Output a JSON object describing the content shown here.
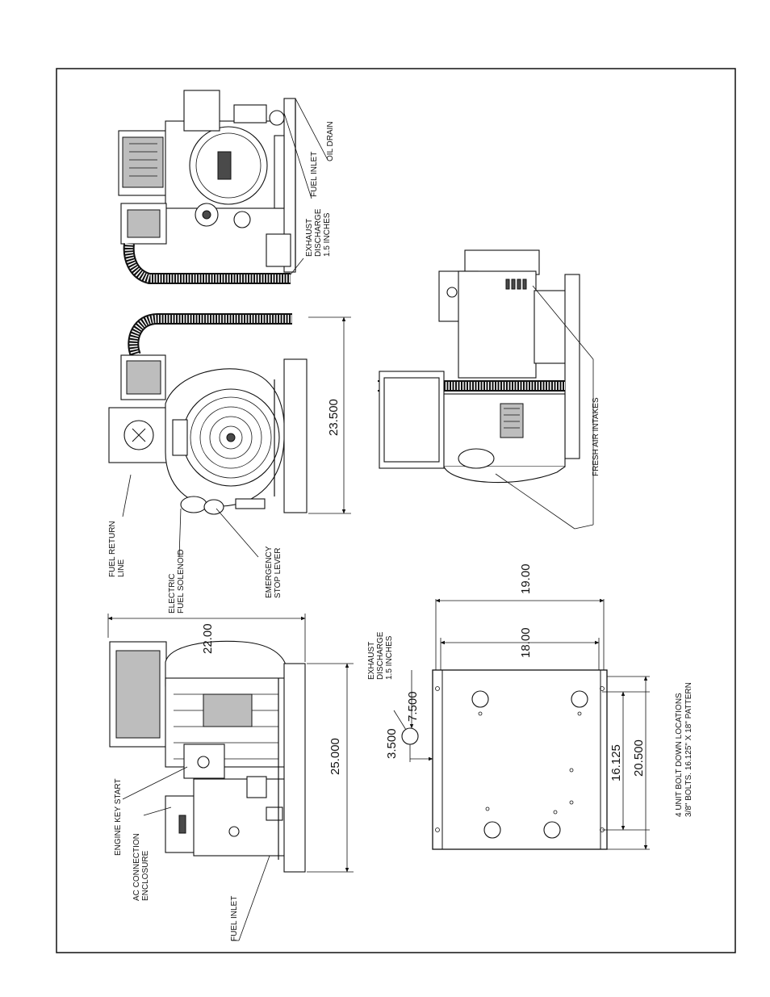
{
  "labels": {
    "top_view": {
      "fuel_inlet": "FUEL INLET",
      "oil_drain": "OIL DRAIN",
      "exhaust_1": "EXHAUST",
      "exhaust_2": "DISCHARGE",
      "exhaust_3": "1.5 INCHES"
    },
    "side_view": {
      "fuel_return_1": "FUEL RETURN",
      "fuel_return_2": "LINE",
      "solenoid_1": "ELECTRIC",
      "solenoid_2": "FUEL SOLENOID",
      "estop_1": "EMERGENCY",
      "estop_2": "STOP LEVER",
      "dim_length": "23.500"
    },
    "right_view": {
      "fresh_air": "FRESH AIR INTAKES"
    },
    "front_view": {
      "key_start": "ENGINE KEY START",
      "ac_conn_1": "AC CONNECTION",
      "ac_conn_2": "ENCLOSURE",
      "fuel_inlet": "FUEL INLET",
      "dim_height": "22.00",
      "dim_width": "25.000"
    },
    "base_view": {
      "exhaust_1": "EXHAUST",
      "exhaust_2": "DISCHARGE",
      "exhaust_3": "1.5 INCHES",
      "dim_3500": "3.500",
      "dim_7500": "7.500",
      "dim_1800": "18.00",
      "dim_1900": "19.00",
      "dim_16125": "16.125",
      "dim_20500": "20.500",
      "note_1": "4 UNIT BOLT DOWN LOCATIONS",
      "note_2": "3/8\" BOLTS.  16.125\" X 18\" PATTERN"
    }
  }
}
